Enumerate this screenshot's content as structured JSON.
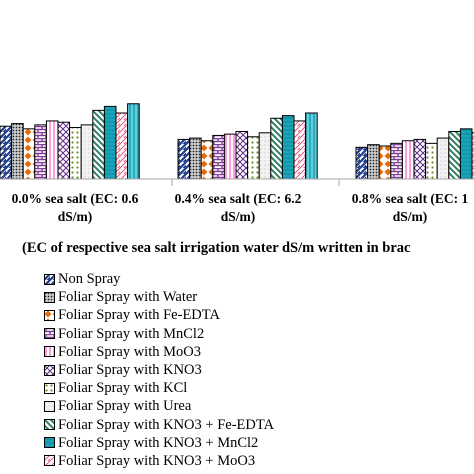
{
  "chart_data": {
    "type": "bar",
    "categories": [
      [
        "0.0% sea salt (EC: 0.6",
        "dS/m)"
      ],
      [
        "0.4% sea salt (EC: 6.2",
        "dS/m)"
      ],
      [
        "0.8% sea salt (EC: 1",
        "dS/m)"
      ]
    ],
    "xlabel": "(EC of respective sea salt irrigation water dS/m written in brac",
    "ylim": [
      0,
      60
    ],
    "series": [
      {
        "name": "Non Spray",
        "color": "#1f3c88",
        "pattern": "hatch-blue",
        "values": [
          40,
          30,
          24
        ]
      },
      {
        "name": "Foliar Spray with Water",
        "color": "#444444",
        "pattern": "dense-dots",
        "values": [
          42,
          31,
          26
        ]
      },
      {
        "name": "Foliar Spray with Fe-EDTA",
        "color": "#e46c0a",
        "pattern": "orange-diamonds",
        "values": [
          38,
          29,
          25
        ]
      },
      {
        "name": "Foliar Spray with MnCl2",
        "color": "#7f3f98",
        "pattern": "purple-bricks",
        "values": [
          41,
          33,
          27
        ]
      },
      {
        "name": "Foliar Spray with MoO3",
        "color": "#ff66cc",
        "pattern": "pink-lines",
        "values": [
          44,
          34,
          29
        ]
      },
      {
        "name": "Foliar Spray with KNO3",
        "color": "#5b2c83",
        "pattern": "purple-checker",
        "values": [
          43,
          36,
          30
        ]
      },
      {
        "name": "Foliar Spray with KCl",
        "color": "#6b8e23",
        "pattern": "green-dots",
        "values": [
          39,
          32,
          27
        ]
      },
      {
        "name": "Foliar Spray with Urea",
        "color": "#999999",
        "pattern": "grey-plain",
        "values": [
          41,
          35,
          31
        ]
      },
      {
        "name": "Foliar Spray with KNO3 + Fe-EDTA",
        "color": "#2f7f5f",
        "pattern": "teal-hatch",
        "values": [
          52,
          46,
          36
        ]
      },
      {
        "name": "Foliar Spray with KNO3 + MnCl2",
        "color": "#17a5b8",
        "pattern": "teal-solid",
        "values": [
          55,
          48,
          38
        ]
      },
      {
        "name": "Foliar Spray with KNO3 + MoO3",
        "color": "#e75480",
        "pattern": "pink-hatch",
        "values": [
          50,
          44,
          35
        ]
      },
      {
        "name": "",
        "color": "#1fa6b8",
        "pattern": "cyan-lines",
        "values": [
          57,
          50,
          40
        ]
      }
    ]
  }
}
